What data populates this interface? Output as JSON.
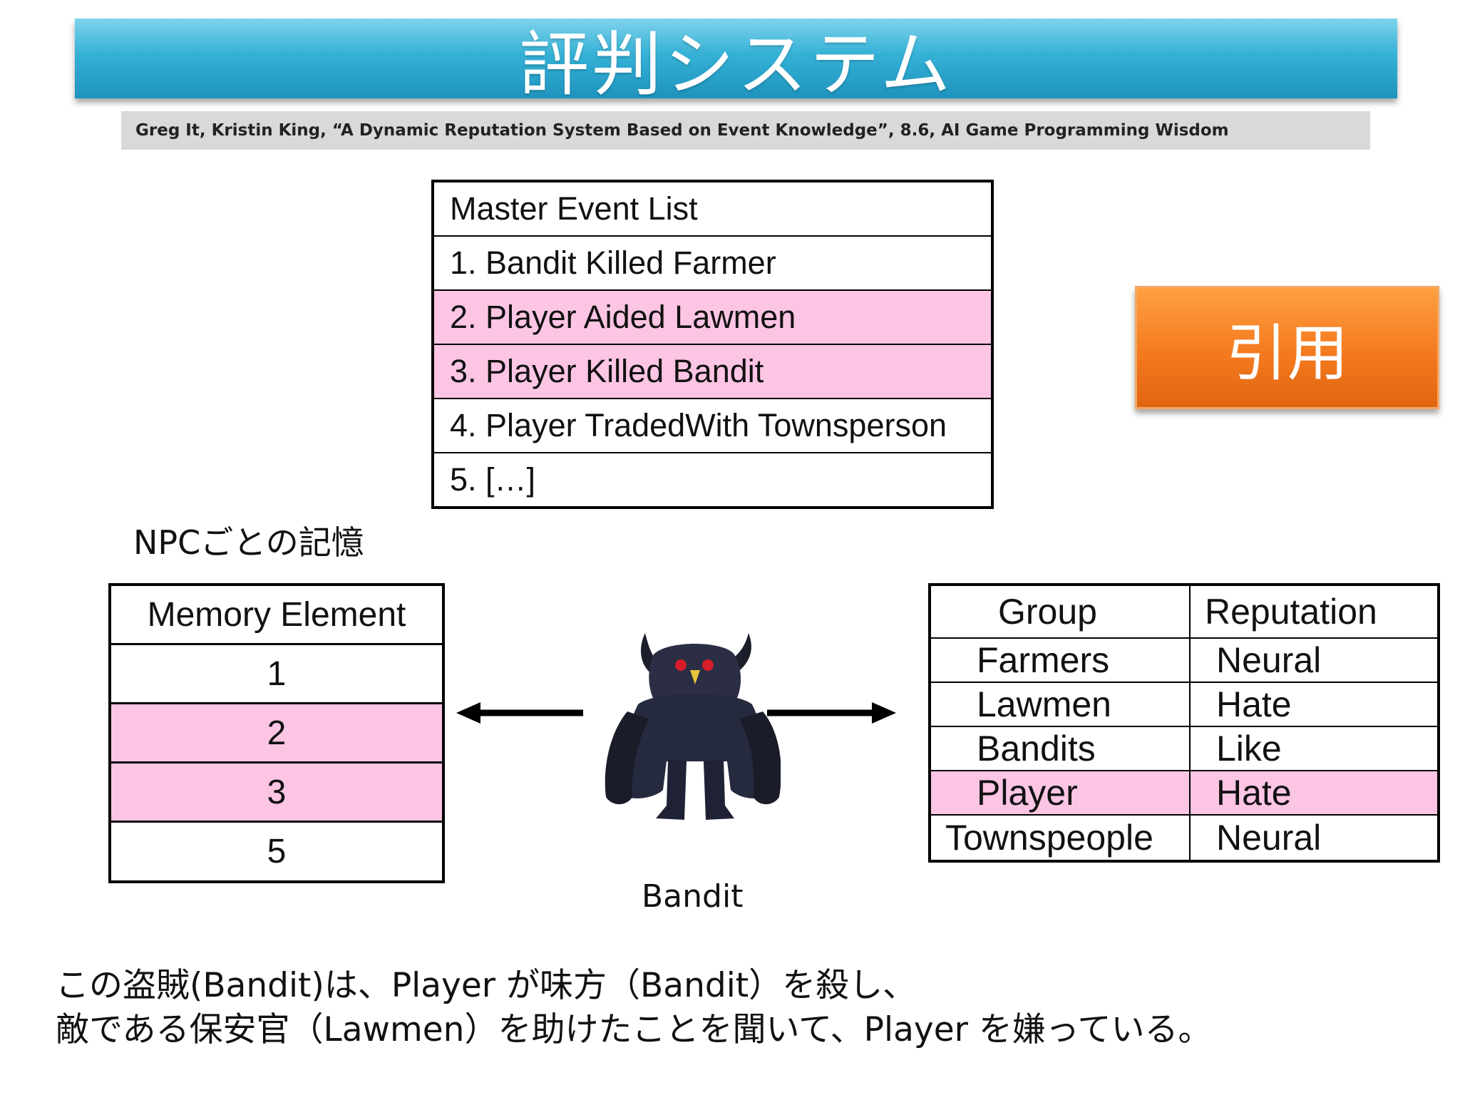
{
  "title": "評判システム",
  "citation": "Greg It, Kristin King,  “A Dynamic Reputation System Based on Event Knowledge”, 8.6, AI Game Programming Wisdom",
  "master_event_list": {
    "header": "Master Event List",
    "items": [
      {
        "text": "1. Bandit Killed Farmer",
        "highlight": false
      },
      {
        "text": "2. Player Aided Lawmen",
        "highlight": true
      },
      {
        "text": "3. Player Killed Bandit",
        "highlight": true
      },
      {
        "text": "4. Player TradedWith Townsperson",
        "highlight": false
      },
      {
        "text": "5. […]",
        "highlight": false
      }
    ]
  },
  "quote_button": {
    "label": "引用"
  },
  "npc_memory_label": "NPCごとの記憶",
  "memory_table": {
    "header": "Memory Element",
    "items": [
      {
        "text": "1",
        "highlight": false
      },
      {
        "text": "2",
        "highlight": true
      },
      {
        "text": "3",
        "highlight": true
      },
      {
        "text": "5",
        "highlight": false
      }
    ]
  },
  "character": {
    "label": "Bandit",
    "icon": "bandit-monster-icon"
  },
  "reputation_table": {
    "headers": [
      "Group",
      "Reputation"
    ],
    "rows": [
      {
        "group": "Farmers",
        "reputation": "Neural",
        "highlight": false
      },
      {
        "group": "Lawmen",
        "reputation": "Hate",
        "highlight": false
      },
      {
        "group": "Bandits",
        "reputation": "Like",
        "highlight": false
      },
      {
        "group": "Player",
        "reputation": "Hate",
        "highlight": true
      },
      {
        "group": "Townspeople",
        "reputation": "Neural",
        "highlight": false
      }
    ]
  },
  "description": [
    "この盗賊(Bandit)は、Player が味方（Bandit）を殺し、",
    "敵である保安官（Lawmen）を助けたことを聞いて、Player を嫌っている。"
  ],
  "colors": {
    "title_bar": "#35b1d6",
    "quote_button": "#f47a1f",
    "highlight": "#fcc5e3",
    "citation_bg": "#d9d9d9"
  }
}
